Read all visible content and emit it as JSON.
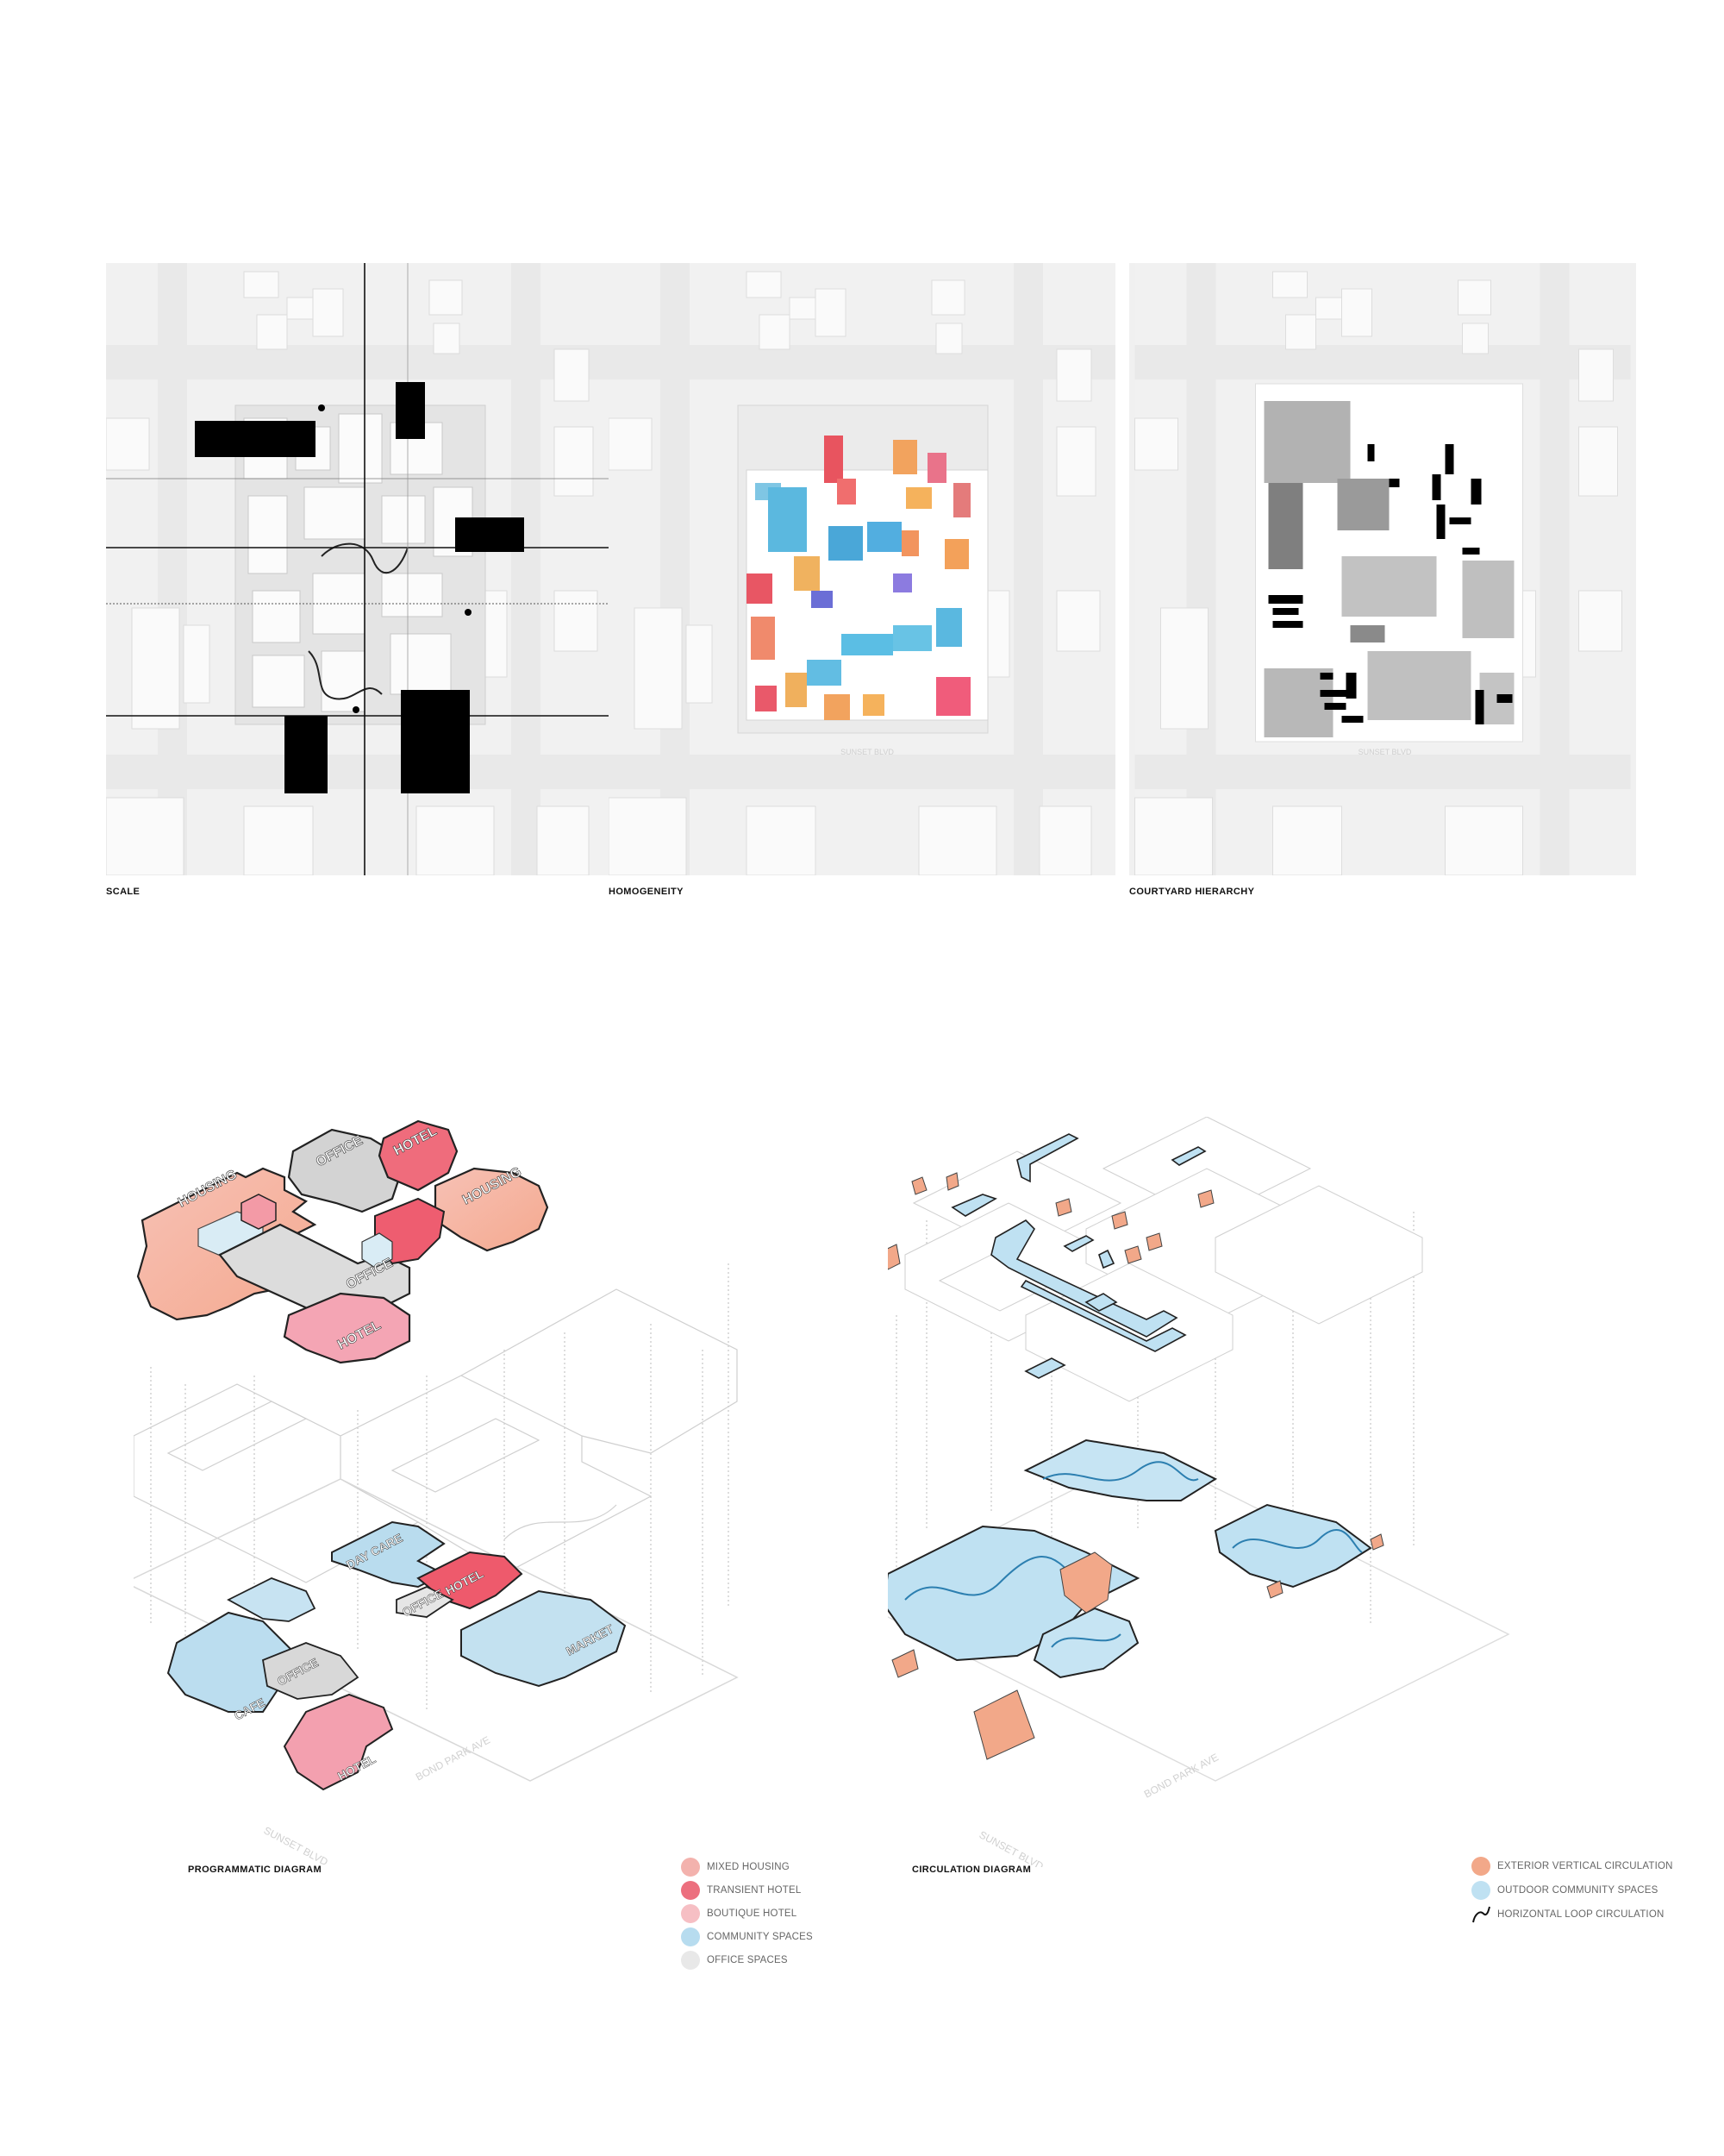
{
  "site_plans": [
    {
      "label": "SCALE"
    },
    {
      "label": "HOMOGENEITY",
      "street_label": "SUNSET BLVD"
    },
    {
      "label": "COURTYARD HIERARCHY",
      "street_label": "SUNSET BLVD"
    }
  ],
  "programmatic_diagram": {
    "label": "PROGRAMMATIC DIAGRAM",
    "upper_level_labels": [
      "HOUSING",
      "OFFICE",
      "HOTEL",
      "HOUSING",
      "OFFICE",
      "HOTEL"
    ],
    "ground_level_labels": [
      "DAY CARE",
      "HOTEL",
      "OFFICE",
      "MARKET",
      "OFFICE",
      "CAFE",
      "HOTEL"
    ],
    "street_labels": [
      "SUNSET BLVD",
      "BOND PARK AVE"
    ],
    "legend": [
      {
        "label": "MIXED HOUSING",
        "color": "#f3b2ad"
      },
      {
        "label": "TRANSIENT HOTEL",
        "color": "#ec6f7e"
      },
      {
        "label": "BOUTIQUE HOTEL",
        "color": "#f6bfc4"
      },
      {
        "label": "COMMUNITY SPACES",
        "color": "#b7dcef"
      },
      {
        "label": "OFFICE SPACES",
        "color": "#e8e8e8"
      }
    ]
  },
  "circulation_diagram": {
    "label": "CIRCULATION DIAGRAM",
    "street_labels": [
      "SUNSET BLVD",
      "BOND PARK AVE"
    ],
    "legend": [
      {
        "label": "EXTERIOR VERTICAL CIRCULATION",
        "color": "#f2a889",
        "kind": "dot"
      },
      {
        "label": "OUTDOOR COMMUNITY SPACES",
        "color": "#bfe1f2",
        "kind": "dot"
      },
      {
        "label": "HORIZONTAL LOOP CIRCULATION",
        "color": "#111111",
        "kind": "line"
      }
    ]
  }
}
